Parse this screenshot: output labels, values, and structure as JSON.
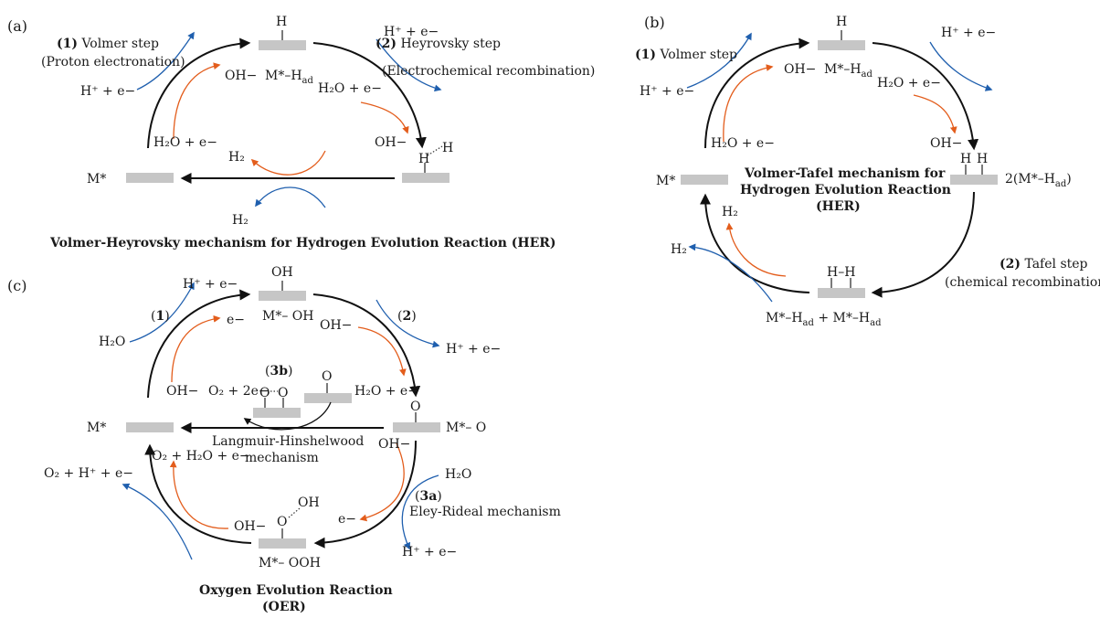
{
  "panels": {
    "a": "(a)",
    "b": "(b)",
    "c": "(c)"
  },
  "a": {
    "step1_num": "1",
    "step1_title": " Volmer step",
    "step1_sub": "(Proton electronation)",
    "step2_num": "2",
    "step2_title": " Heyrovsky step",
    "step2_sub": "(Electrochemical recombination)",
    "h_top": "H",
    "oh_minus": "OH−",
    "m_star_h": "M*–H",
    "ad": "ad",
    "h_plus_e_left": "H⁺ + e−",
    "h_plus_e_right": "H⁺ + e−",
    "h2o_e_mid": "H₂O + e−",
    "h2o_e_left": "H₂O + e−",
    "oh_minus_right": "OH−",
    "h_left": "H",
    "h_right": "H",
    "m_star": "M*",
    "h2_upper": "H₂",
    "h2_lower": "H₂",
    "caption": "Volmer-Heyrovsky mechanism for Hydrogen Evolution Reaction (HER)"
  },
  "b": {
    "step1_num": "1",
    "step1_title": " Volmer step",
    "h_top": "H",
    "h_plus_e_top": "H⁺ + e−",
    "oh_minus": "OH−",
    "m_star_h": "M*–H",
    "ad": "ad",
    "h2o_e_mid": "H₂O + e−",
    "h_plus_e_left": "H⁺ + e−",
    "h2o_e_left": "H₂O + e−",
    "oh_minus_right": "OH−",
    "m_star": "M*",
    "title_1": "Volmer-Tafel mechanism for",
    "title_2": "Hydrogen Evolution Reaction",
    "title_3": "(HER)",
    "h_pair_1": "H",
    "h_pair_2": "H",
    "two_m_h": "2(M*–H",
    "two_m_h_close": ")",
    "h2_upper": "H₂",
    "h2_lower": "H₂",
    "hh_bottom": "H–H",
    "step2_num": "2",
    "step2_title": " Tafel step",
    "step2_sub": "(chemical recombination)",
    "bottom_label_1": "M*–H",
    "bottom_label_2": " + M*–H"
  },
  "c": {
    "h_plus_e_top": "H⁺ + e−",
    "oh_top": "OH",
    "step1": "1",
    "e_minus_top": "e−",
    "m_oh": "M*– OH",
    "oh_minus_top": "OH−",
    "step2": "2",
    "h2o_left": "H₂O",
    "h_plus_e_right": "H⁺ + e−",
    "step3b": "3b",
    "oh_minus_mid": "OH−",
    "o2_2e": "O₂ + 2e−",
    "o_left": "O",
    "o_right": "O",
    "o_mid": "O",
    "h2o_e_right": "H₂O + e−",
    "o_right_surf": "O",
    "m_star": "M*",
    "m_o": "M*– O",
    "lh_1": "Langmuir-Hinshelwood",
    "lh_2": "mechanism",
    "oh_minus_right": "OH−",
    "o2_h2o_e": "O₂ + H₂O + e−",
    "h2o_right": "H₂O",
    "step3a": "3a",
    "eley": "Eley-Rideal mechanism",
    "o2_h_e": "O₂ + H⁺ + e−",
    "oh_bottom": "OH",
    "o_bottom": "O",
    "oh_minus_bottom": "OH−",
    "e_minus_bottom": "e−",
    "m_ooh": "M*– OOH",
    "h_plus_e_bottom": "H⁺ + e−",
    "title_1": "Oxygen Evolution Reaction",
    "title_2": "(OER)"
  },
  "colors": {
    "forward": "#e35d1c",
    "backward": "#1f5fae",
    "surface": "#c6c6c6",
    "main": "#111111"
  }
}
